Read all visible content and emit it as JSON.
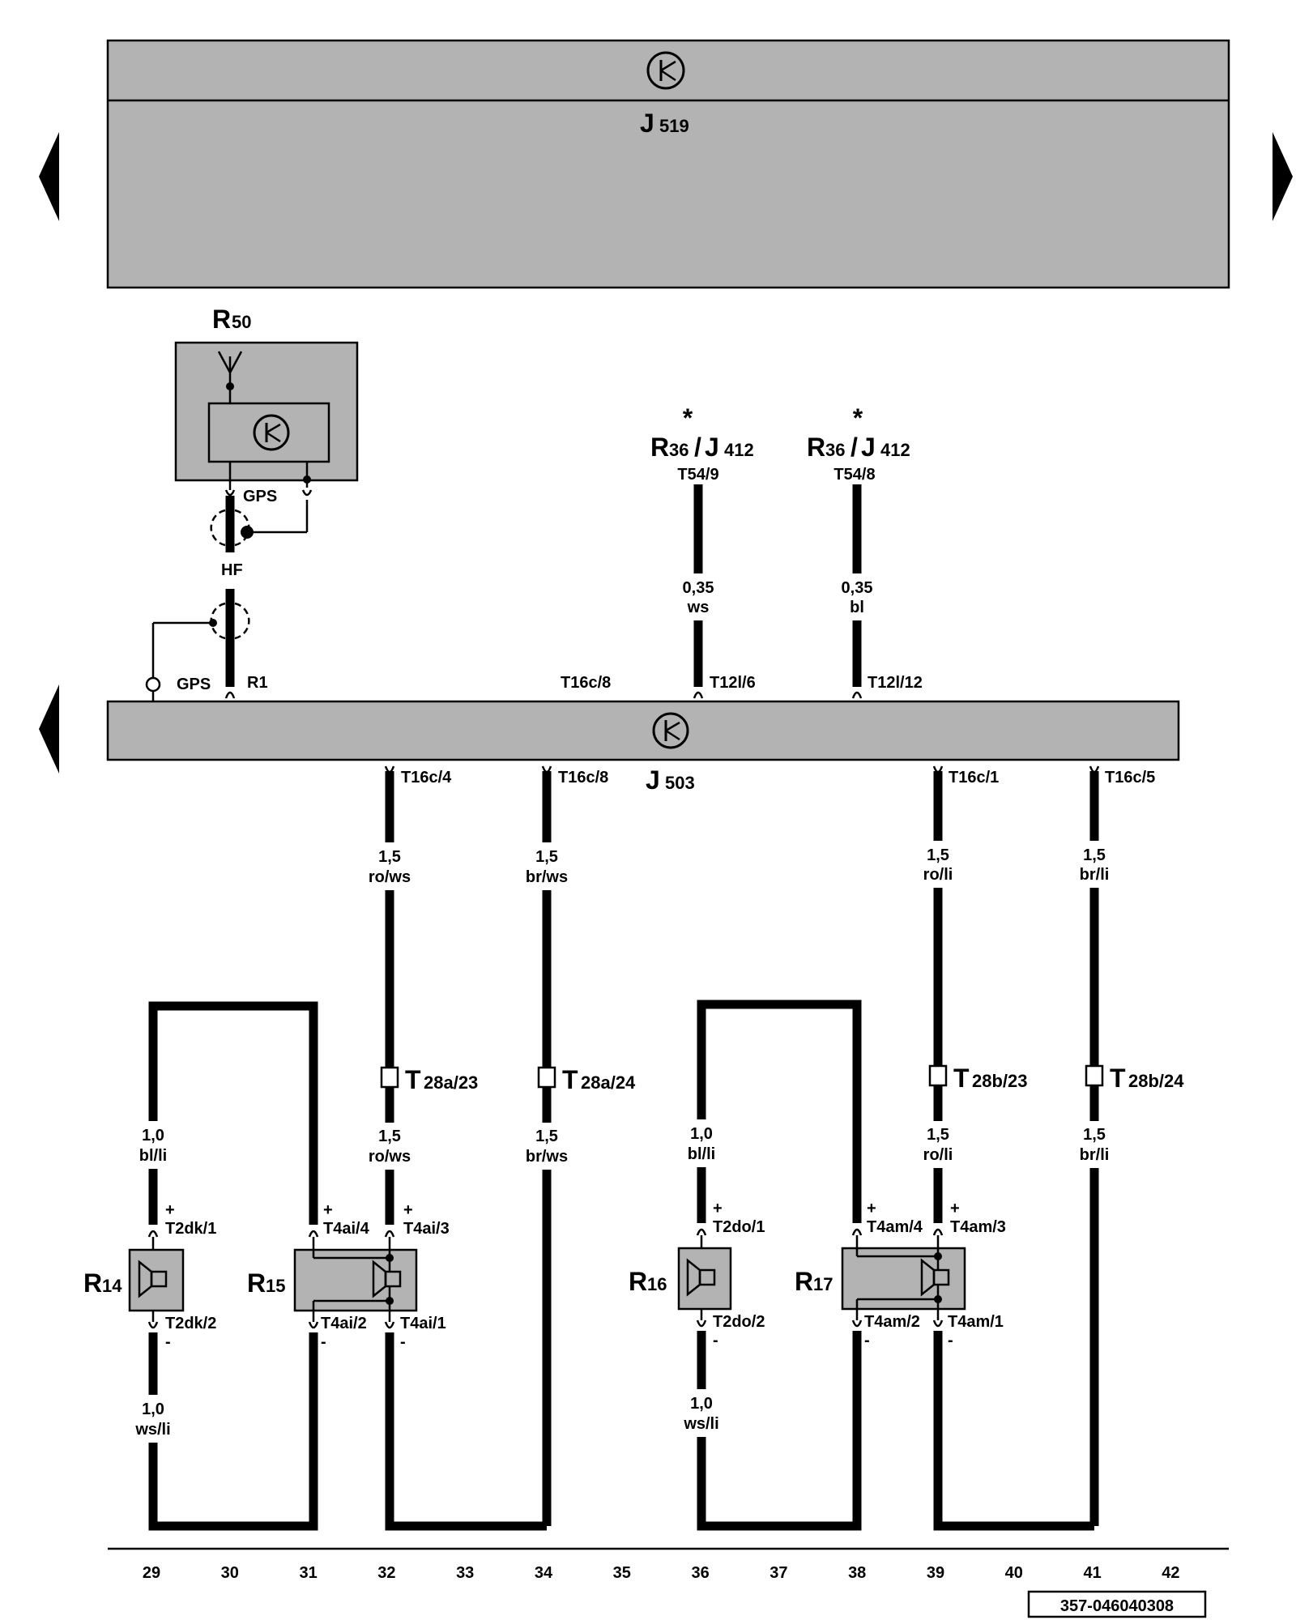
{
  "colors": {
    "module_fill": "#b3b3b3",
    "wire": "#000000",
    "background": "#ffffff"
  },
  "icons": [
    "ground-symbol-icon",
    "antenna-icon",
    "speaker-icon",
    "nav-arrow-left-icon",
    "nav-arrow-right-icon",
    "connector-pin-icon"
  ],
  "modules": {
    "j519": {
      "letter": "J",
      "sub": "519"
    },
    "j503": {
      "letter": "J",
      "sub": "503"
    },
    "r50": {
      "letter": "R",
      "sub": "50"
    }
  },
  "external_refs": [
    {
      "star": "*",
      "r": "R",
      "r_sub": "36",
      "slash": "/",
      "j": "J",
      "j_sub": "412",
      "pin": "T54/9",
      "size": "0,35",
      "color": "ws",
      "bottom_pin": "T12l/6"
    },
    {
      "star": "*",
      "r": "R",
      "r_sub": "36",
      "slash": "/",
      "j": "J",
      "j_sub": "412",
      "pin": "T54/8",
      "size": "0,35",
      "color": "bl",
      "bottom_pin": "T12l/12"
    }
  ],
  "antenna": {
    "gps_top": "GPS",
    "hf": "HF",
    "gps_bottom": "GPS",
    "r1": "R1",
    "t16c8_top": "T16c/8"
  },
  "j503_outputs": [
    {
      "pin": "T16c/4",
      "size": "1,5",
      "color": "ro/ws",
      "conn_letter": "T",
      "conn_sub": "28a/23",
      "size2": "1,5",
      "color2": "ro/ws"
    },
    {
      "pin": "T16c/8",
      "size": "1,5",
      "color": "br/ws",
      "conn_letter": "T",
      "conn_sub": "28a/24",
      "size2": "1,5",
      "color2": "br/ws"
    },
    {
      "pin": "T16c/1",
      "size": "1,5",
      "color": "ro/li",
      "conn_letter": "T",
      "conn_sub": "28b/23",
      "size2": "1,5",
      "color2": "ro/li"
    },
    {
      "pin": "T16c/5",
      "size": "1,5",
      "color": "br/li",
      "conn_letter": "T",
      "conn_sub": "28b/24",
      "size2": "1,5",
      "color2": "br/li"
    }
  ],
  "speakers": {
    "r14": {
      "letter": "R",
      "sub": "14",
      "plus": "+",
      "pin_top": "T2dk/1",
      "pin_bottom": "T2dk/2",
      "minus": "-",
      "top_size": "1,0",
      "top_color": "bl/li",
      "bottom_size": "1,0",
      "bottom_color": "ws/li"
    },
    "r15": {
      "letter": "R",
      "sub": "15",
      "plus_left": "+",
      "pin_top_left": "T4ai/4",
      "plus_right": "+",
      "pin_top_right": "T4ai/3",
      "pin_bottom_left": "T4ai/2",
      "pin_bottom_right": "T4ai/1",
      "minus_left": "-",
      "minus_right": "-"
    },
    "r16": {
      "letter": "R",
      "sub": "16",
      "plus": "+",
      "pin_top": "T2do/1",
      "pin_bottom": "T2do/2",
      "minus": "-",
      "top_size": "1,0",
      "top_color": "bl/li",
      "bottom_size": "1,0",
      "bottom_color": "ws/li"
    },
    "r17": {
      "letter": "R",
      "sub": "17",
      "plus_left": "+",
      "pin_top_left": "T4am/4",
      "plus_right": "+",
      "pin_top_right": "T4am/3",
      "pin_bottom_left": "T4am/2",
      "pin_bottom_right": "T4am/1",
      "minus_left": "-",
      "minus_right": "-"
    }
  },
  "track_numbers": [
    "29",
    "30",
    "31",
    "32",
    "33",
    "34",
    "35",
    "36",
    "37",
    "38",
    "39",
    "40",
    "41",
    "42"
  ],
  "diagram_id": "357-046040308"
}
